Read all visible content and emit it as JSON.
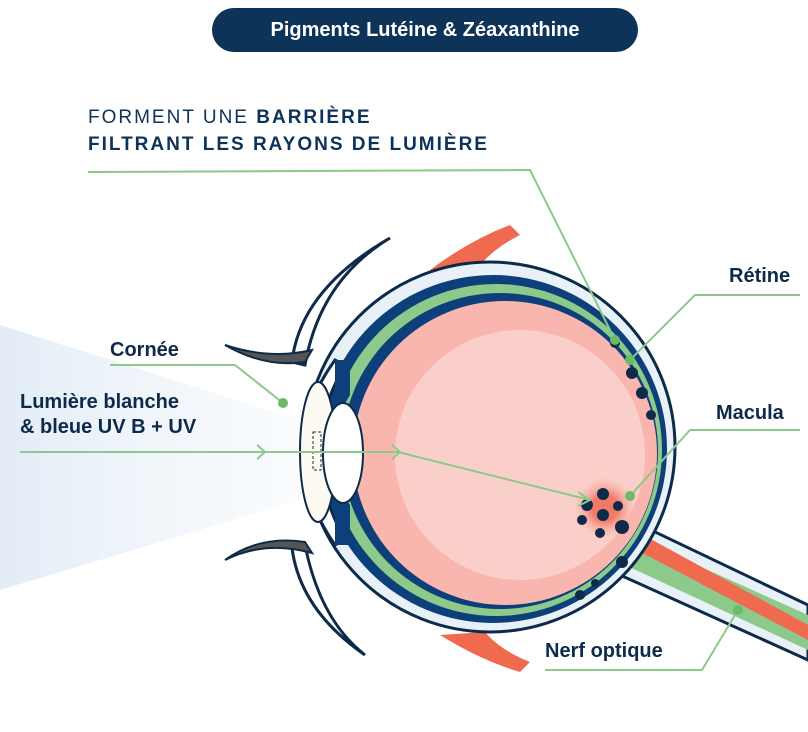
{
  "title": "Pigments Lutéine & Zéaxanthine",
  "headline": {
    "line1_normal": "FORMENT UNE ",
    "line1_bold": "BARRIÈRE",
    "line2": "FILTRANT LES RAYONS DE LUMIÈRE"
  },
  "labels": {
    "cornea": "Cornée",
    "light_line1": "Lumière blanche",
    "light_line2": "& bleue UV B + UV",
    "retina": "Rétine",
    "macula": "Macula",
    "optic_nerve": "Nerf optique"
  },
  "colors": {
    "navy": "#0d3358",
    "green": "#8cc98a",
    "pink": "#f8c1bb",
    "red": "#ef6a4f"
  }
}
